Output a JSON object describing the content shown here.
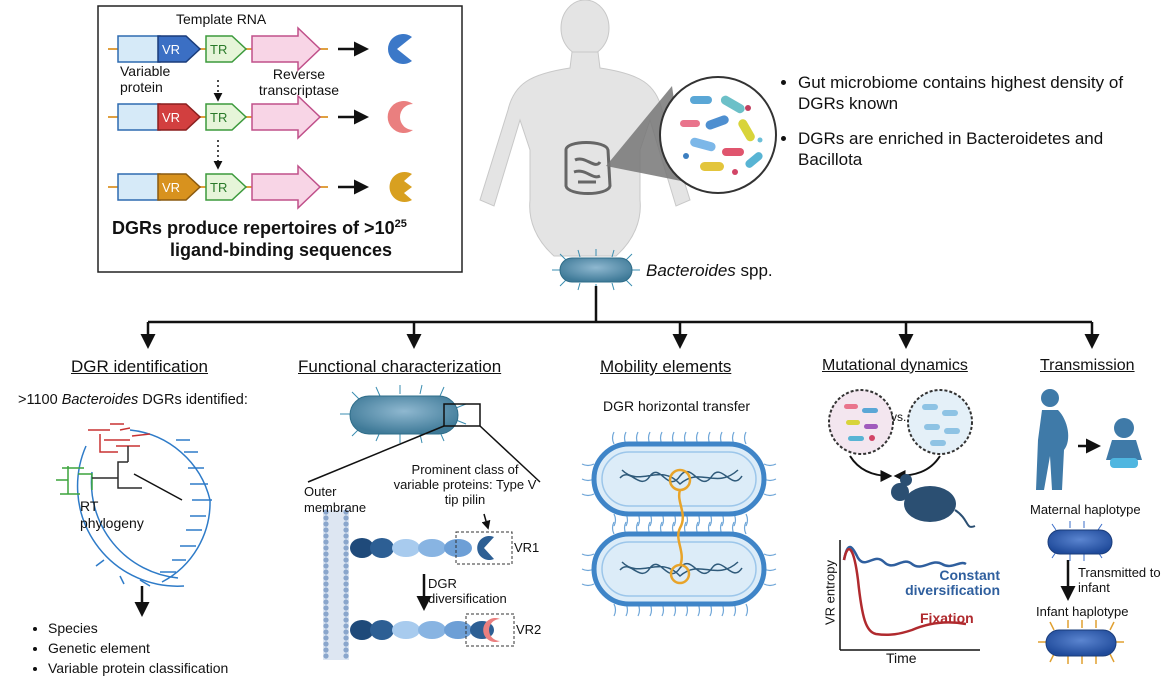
{
  "dgr_box": {
    "template_rna": "Template RNA",
    "vr": "VR",
    "tr": "TR",
    "variable_protein": "Variable protein",
    "reverse_transcriptase": "Reverse transcriptase",
    "headline_1": "DGRs produce repertoires of >10",
    "headline_sup": "25",
    "headline_2": "ligand-binding sequences"
  },
  "gut": {
    "bullet_1": "Gut microbiome contains highest density of DGRs known",
    "bullet_2": "DGRs are enriched in Bacteroidetes and Bacillota"
  },
  "bacteroides": {
    "genus": "Bacteroides",
    "suffix": " spp."
  },
  "identification": {
    "title": "DGR identification",
    "count_prefix": ">1100 ",
    "count_italic": "Bacteroides",
    "count_suffix": " DGRs identified:",
    "tree_label": "RT phylogeny",
    "bullets": [
      "Species",
      "Genetic element",
      "Variable protein classification"
    ]
  },
  "functional": {
    "title": "Functional characterization",
    "outer_membrane": "Outer membrane",
    "prominent": "Prominent class of variable proteins: Type V tip pilin",
    "vr1": "VR1",
    "vr2": "VR2",
    "diversification": "DGR diversification"
  },
  "mobility": {
    "title": "Mobility elements",
    "subtitle": "DGR horizontal transfer"
  },
  "mutational": {
    "title": "Mutational dynamics",
    "vs": "vs.",
    "y_label": "VR entropy",
    "x_label": "Time",
    "constant": "Constant diversification",
    "fixation": "Fixation",
    "colors": {
      "constant": "#2f5f9e",
      "fixation": "#b02a2e"
    }
  },
  "transmission": {
    "title": "Transmission",
    "maternal": "Maternal haplotype",
    "transmitted": "Transmitted to infant",
    "infant": "Infant haplotype"
  }
}
